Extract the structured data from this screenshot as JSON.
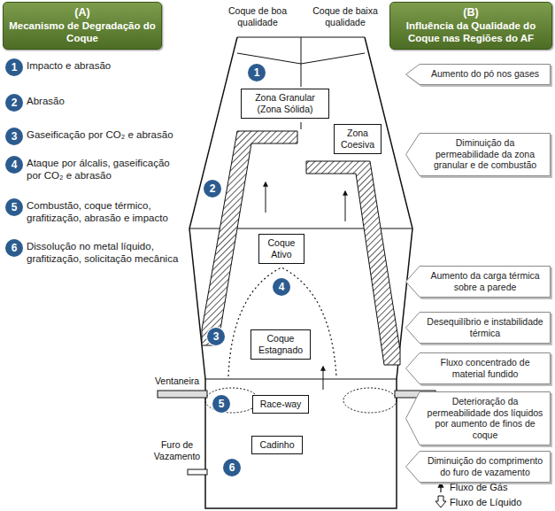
{
  "diagram": {
    "nodes": [
      {
        "text": [
          "(A)",
          "Mecanismo de Degradação do Coque"
        ]
      },
      {
        "text": [
          "(B)",
          "Influência da Qualidade do Coque nas Regiões do AF"
        ]
      },
      {
        "text": [
          "Zona Granular (Zona Sólida)"
        ]
      },
      {
        "text": [
          "Zona Coesiva"
        ]
      },
      {
        "text": [
          "Coque Ativo"
        ]
      },
      {
        "text": [
          "Coque Estagnado"
        ]
      },
      {
        "text": [
          "Race-way"
        ]
      },
      {
        "text": [
          "Cadinho"
        ]
      },
      {
        "text": [
          "Aumento do pó nos gases"
        ]
      },
      {
        "text": [
          "Diminuição da permeabilidade da zona granular e de combustão"
        ]
      },
      {
        "text": [
          "Aumento da carga térmica sobre a parede"
        ]
      },
      {
        "text": [
          "Desequilíbrio e instabilidade térmica"
        ]
      },
      {
        "text": [
          "Fluxo concentrado de material fundido"
        ]
      },
      {
        "text": [
          "Deterioração da permeabilidade dos líquidos por aumento de finos de coque"
        ]
      },
      {
        "text": [
          "Diminuição do comprimento do furo de vazamento"
        ]
      }
    ],
    "labels": [
      "Coque de boa qualidade",
      "Coque de baixa qualidade",
      "1",
      "Impacto e abrasão",
      "2",
      "Abrasão",
      "3",
      "Gaseificação por CO₂ e abrasão",
      "4",
      "Ataque por álcalis, gaseificação por CO₂ e abrasão",
      "5",
      "Combustão, coque térmico, grafitização, abrasão e impacto",
      "6",
      "Dissolução no metal líquido, grafitização, solicitação mecânica",
      "1",
      "2",
      "4",
      "3",
      "5",
      "6",
      "Ventaneira",
      "Furo de Vazamento"
    ],
    "legend": [
      {
        "text": "Fluxo de Gás"
      },
      {
        "text": "Fluxo de Líquido"
      }
    ]
  }
}
